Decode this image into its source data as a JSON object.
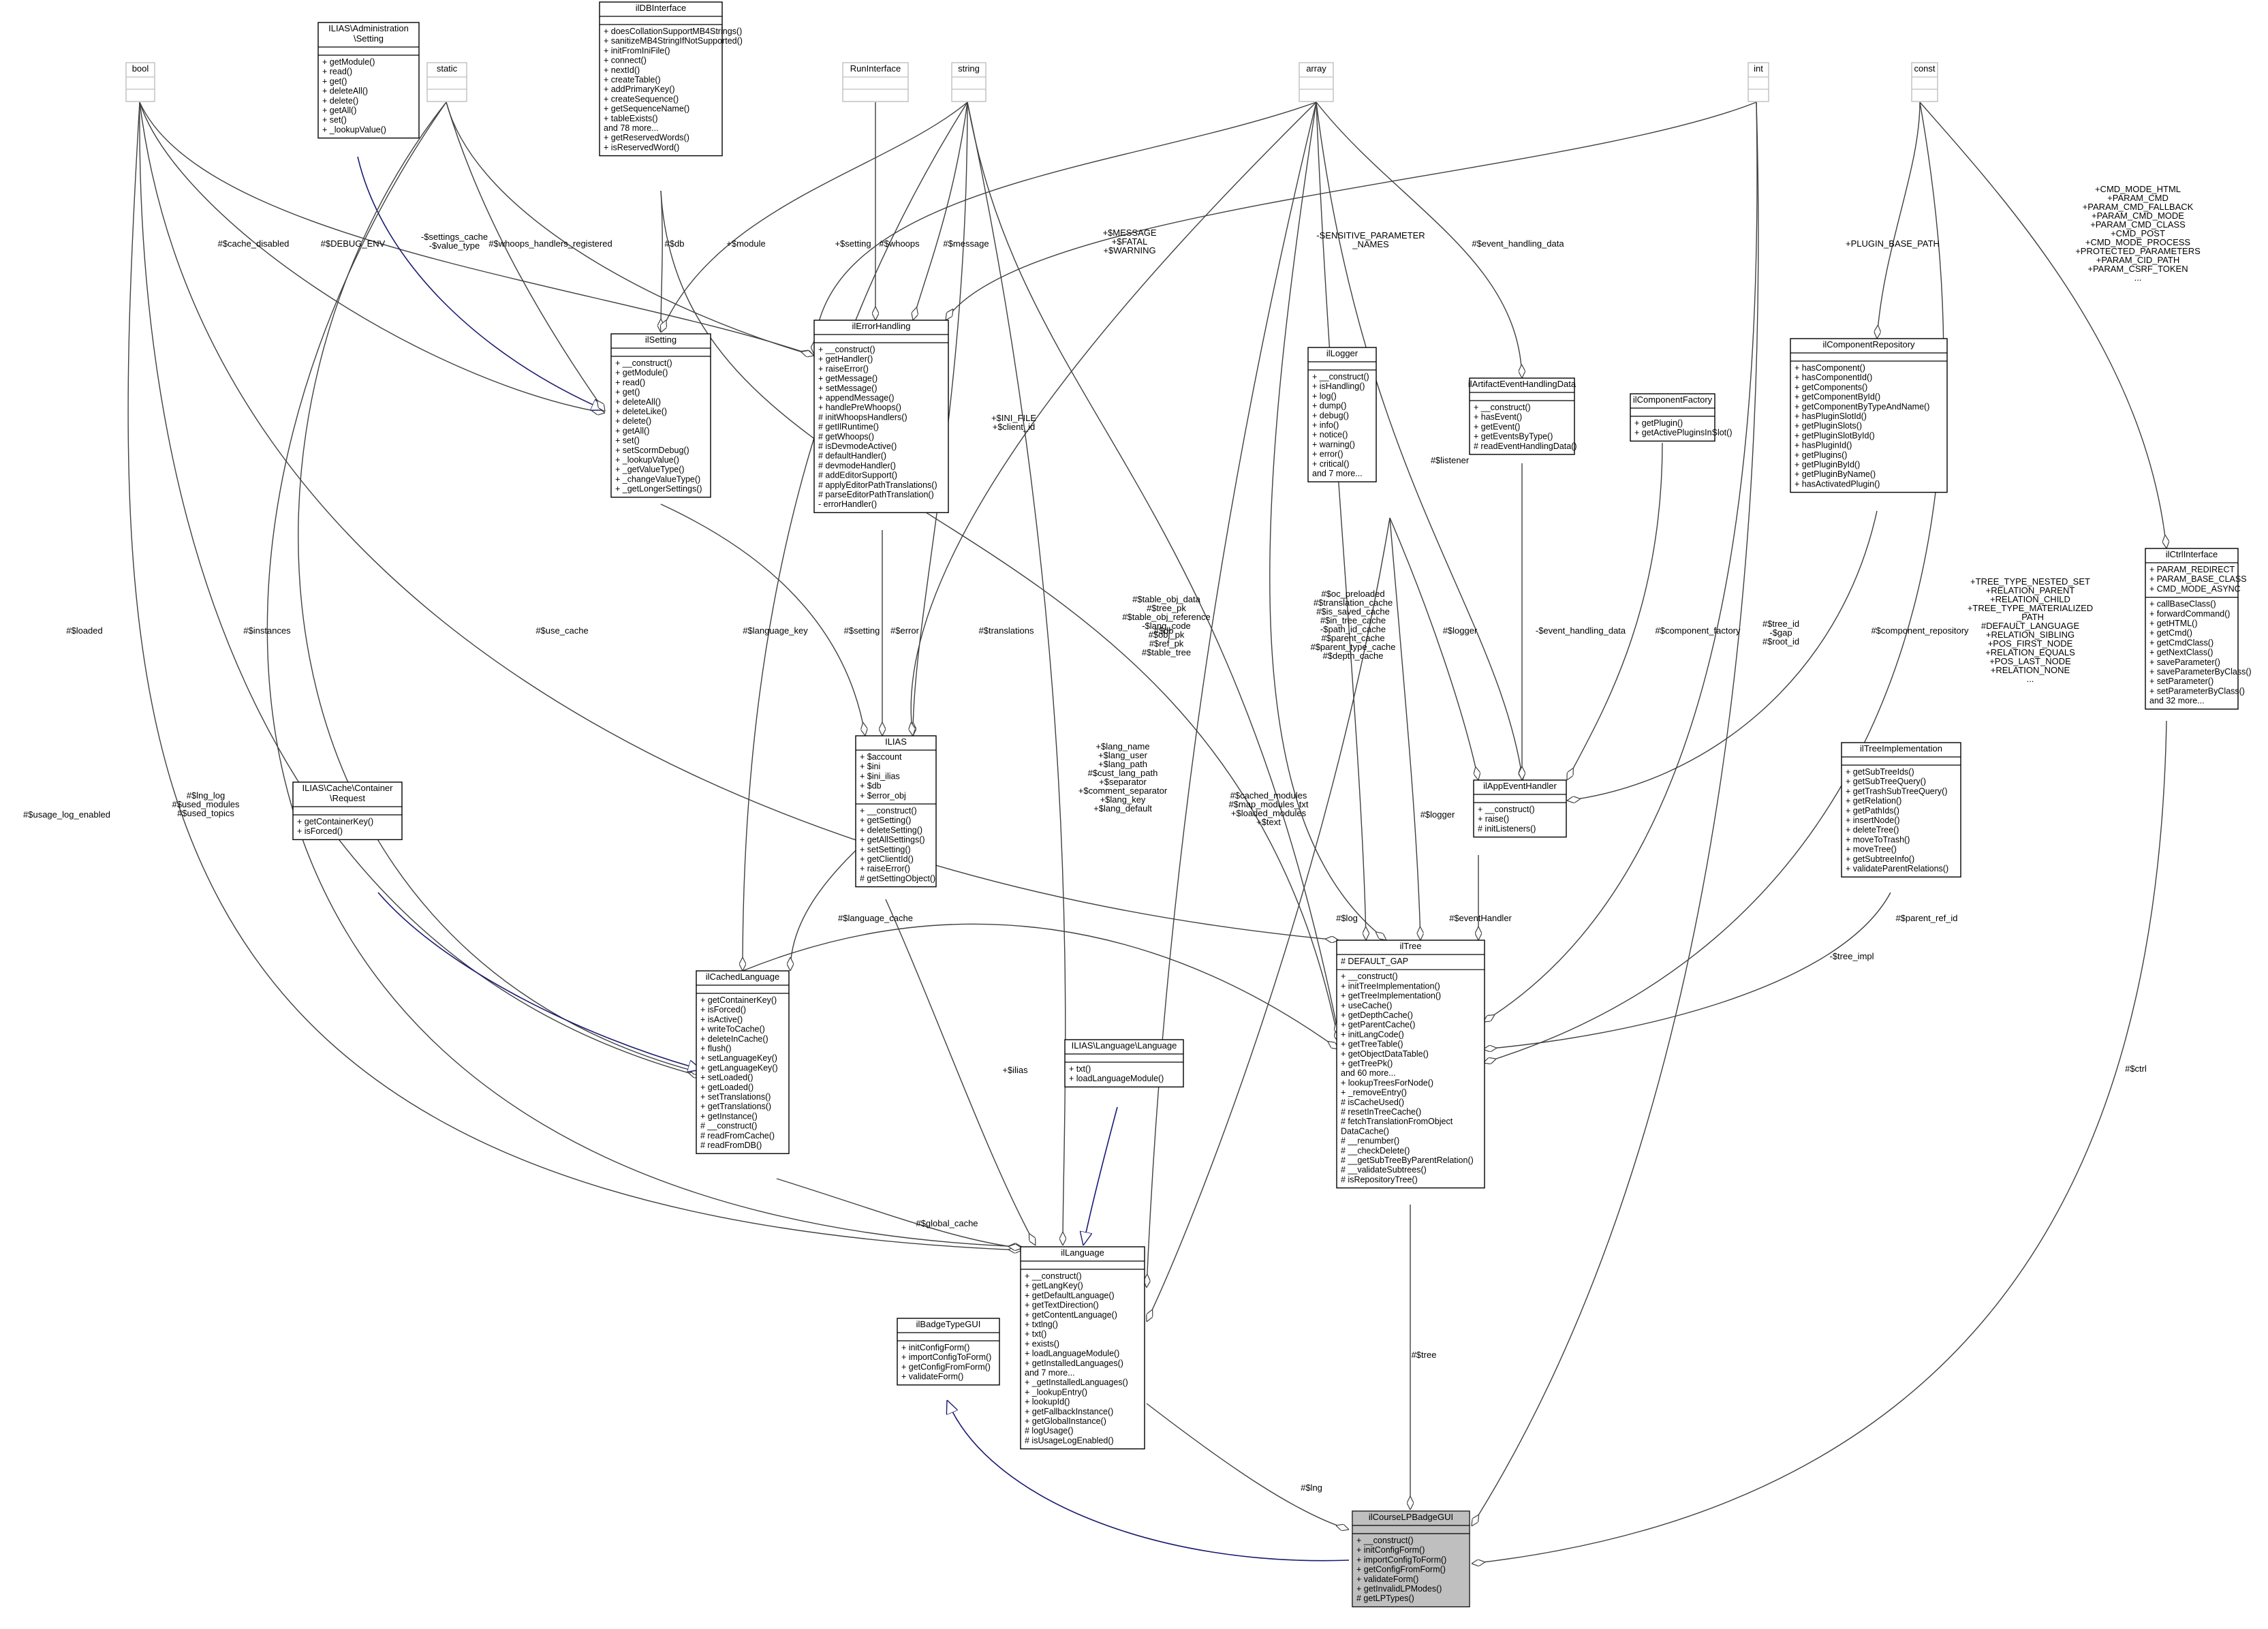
{
  "classes": [
    {
      "id": "bool",
      "title": "bool",
      "members": [],
      "methods": []
    },
    {
      "id": "setting_iface",
      "title": "ILIAS\\Administration\n\\Setting",
      "members": [],
      "methods": [
        "+ getModule()",
        "+ read()",
        "+ get()",
        "+ deleteAll()",
        "+ delete()",
        "+ getAll()",
        "+ set()",
        "+ _lookupValue()"
      ]
    },
    {
      "id": "static",
      "title": "static",
      "members": [],
      "methods": []
    },
    {
      "id": "ildbinterface",
      "title": "ilDBInterface",
      "members": [],
      "methods": [
        "+ doesCollationSupportMB4Strings()",
        "+ sanitizeMB4StringIfNotSupported()",
        "+ initFromIniFile()",
        "+ connect()",
        "+ nextId()",
        "+ createTable()",
        "+ addPrimaryKey()",
        "+ createSequence()",
        "+ getSequenceName()",
        "+ tableExists()",
        "and 78 more...",
        "+ getReservedWords()",
        "+ isReservedWord()"
      ]
    },
    {
      "id": "runinterface",
      "title": "RunInterface",
      "members": [],
      "methods": []
    },
    {
      "id": "string",
      "title": "string",
      "members": [],
      "methods": []
    },
    {
      "id": "array",
      "title": "array",
      "members": [],
      "methods": []
    },
    {
      "id": "int",
      "title": "int",
      "members": [],
      "methods": []
    },
    {
      "id": "const",
      "title": "const",
      "members": [],
      "methods": []
    },
    {
      "id": "ilsetting",
      "title": "ilSetting",
      "members": [],
      "methods": [
        "+ __construct()",
        "+ getModule()",
        "+ read()",
        "+ get()",
        "+ deleteAll()",
        "+ deleteLike()",
        "+ delete()",
        "+ getAll()",
        "+ set()",
        "+ setScormDebug()",
        "+ _lookupValue()",
        "+ _getValueType()",
        "+ _changeValueType()",
        "+ _getLongerSettings()"
      ]
    },
    {
      "id": "ilerrorhandling",
      "title": "ilErrorHandling",
      "members": [],
      "methods": [
        "+ __construct()",
        "+ getHandler()",
        "+ raiseError()",
        "+ getMessage()",
        "+ setMessage()",
        "+ appendMessage()",
        "+ handlePreWhoops()",
        "# initWhoopsHandlers()",
        "# getIlRuntime()",
        "# getWhoops()",
        "# isDevmodeActive()",
        "# defaultHandler()",
        "# devmodeHandler()",
        "# addEditorSupport()",
        "# applyEditorPathTranslations()",
        "# parseEditorPathTranslation()",
        "- errorHandler()"
      ]
    },
    {
      "id": "illogger",
      "title": "ilLogger",
      "members": [],
      "methods": [
        "+ __construct()",
        "+ isHandling()",
        "+ log()",
        "+ dump()",
        "+ debug()",
        "+ info()",
        "+ notice()",
        "+ warning()",
        "+ error()",
        "+ critical()",
        "and 7 more..."
      ]
    },
    {
      "id": "ilartifact",
      "title": "ilArtifactEventHandlingData",
      "members": [],
      "methods": [
        "+ __construct()",
        "+ hasEvent()",
        "+ getEvent()",
        "+ getEventsByType()",
        "# readEventHandlingData()"
      ]
    },
    {
      "id": "ilcompfactory",
      "title": "ilComponentFactory",
      "members": [],
      "methods": [
        "+ getPlugin()",
        "+ getActivePluginsInSlot()"
      ]
    },
    {
      "id": "ilcomprepo",
      "title": "ilComponentRepository",
      "members": [],
      "methods": [
        "+ hasComponent()",
        "+ hasComponentId()",
        "+ getComponents()",
        "+ getComponentById()",
        "+ getComponentByTypeAndName()",
        "+ hasPluginSlotId()",
        "+ getPluginSlots()",
        "+ getPluginSlotById()",
        "+ hasPluginId()",
        "+ getPlugins()",
        "+ getPluginById()",
        "+ getPluginByName()",
        "+ hasActivatedPlugin()"
      ]
    },
    {
      "id": "ilctrlinterface",
      "title": "ilCtrlInterface",
      "members": [
        "+ PARAM_REDIRECT",
        "+ PARAM_BASE_CLASS",
        "+ CMD_MODE_ASYNC"
      ],
      "methods": [
        "+ callBaseClass()",
        "+ forwardCommand()",
        "+ getHTML()",
        "+ getCmd()",
        "+ getCmdClass()",
        "+ getNextClass()",
        "+ saveParameter()",
        "+ saveParameterByClass()",
        "+ setParameter()",
        "+ setParameterByClass()",
        "and 32 more..."
      ]
    },
    {
      "id": "ilias",
      "title": "ILIAS",
      "members": [
        "+ $account",
        "+ $ini",
        "+ $ini_ilias",
        "+ $db",
        "+ $error_obj"
      ],
      "methods": [
        "+ __construct()",
        "+ getSetting()",
        "+ deleteSetting()",
        "+ getAllSettings()",
        "+ setSetting()",
        "+ getClientId()",
        "+ raiseError()",
        "# getSettingObject()"
      ]
    },
    {
      "id": "request",
      "title": "ILIAS\\Cache\\Container\n\\Request",
      "members": [],
      "methods": [
        "+ getContainerKey()",
        "+ isForced()"
      ]
    },
    {
      "id": "ilappevent",
      "title": "ilAppEventHandler",
      "members": [],
      "methods": [
        "+ __construct()",
        "+ raise()",
        "# initListeners()"
      ]
    },
    {
      "id": "iltreeimpl",
      "title": "ilTreeImplementation",
      "members": [],
      "methods": [
        "+ getSubTreeIds()",
        "+ getSubTreeQuery()",
        "+ getTrashSubTreeQuery()",
        "+ getRelation()",
        "+ getPathIds()",
        "+ insertNode()",
        "+ deleteTree()",
        "+ moveToTrash()",
        "+ moveTree()",
        "+ getSubtreeInfo()",
        "+ validateParentRelations()"
      ]
    },
    {
      "id": "ilcachedlang",
      "title": "ilCachedLanguage",
      "members": [],
      "methods": [
        "+ getContainerKey()",
        "+ isForced()",
        "+ isActive()",
        "+ writeToCache()",
        "+ deleteInCache()",
        "+ flush()",
        "+ setLanguageKey()",
        "+ getLanguageKey()",
        "+ setLoaded()",
        "+ getLoaded()",
        "+ setTranslations()",
        "+ getTranslations()",
        "+ getInstance()",
        "# __construct()",
        "# readFromCache()",
        "# readFromDB()"
      ]
    },
    {
      "id": "langiface",
      "title": "ILIAS\\Language\\Language",
      "members": [],
      "methods": [
        "+ txt()",
        "+ loadLanguageModule()"
      ]
    },
    {
      "id": "iltree",
      "title": "ilTree",
      "members": [
        "# DEFAULT_GAP"
      ],
      "methods": [
        "+ __construct()",
        "+ initTreeImplementation()",
        "+ getTreeImplementation()",
        "+ useCache()",
        "+ getDepthCache()",
        "+ getParentCache()",
        "+ initLangCode()",
        "+ getTreeTable()",
        "+ getObjectDataTable()",
        "+ getTreePk()",
        "and 60 more...",
        "+ lookupTreesForNode()",
        "+ _removeEntry()",
        "# isCacheUsed()",
        "# resetInTreeCache()",
        "# fetchTranslationFromObject",
        "DataCache()",
        "# __renumber()",
        "# __checkDelete()",
        "# __getSubTreeByParentRelation()",
        "# __validateSubtrees()",
        "# isRepositoryTree()"
      ]
    },
    {
      "id": "illanguage",
      "title": "ilLanguage",
      "members": [],
      "methods": [
        "+ __construct()",
        "+ getLangKey()",
        "+ getDefaultLanguage()",
        "+ getTextDirection()",
        "+ getContentLanguage()",
        "+ txtlng()",
        "+ txt()",
        "+ exists()",
        "+ loadLanguageModule()",
        "+ getInstalledLanguages()",
        "and 7 more...",
        "+ _getInstalledLanguages()",
        "+ _lookupEntry()",
        "+ lookupId()",
        "+ getFallbackInstance()",
        "+ getGlobalInstance()",
        "# logUsage()",
        "# isUsageLogEnabled()"
      ]
    },
    {
      "id": "ilbadgetype",
      "title": "ilBadgeTypeGUI",
      "members": [],
      "methods": [
        "+ initConfigForm()",
        "+ importConfigToForm()",
        "+ getConfigFromForm()",
        "+ validateForm()"
      ]
    },
    {
      "id": "ilcourselp",
      "title": "ilCourseLPBadgeGUI",
      "members": [],
      "methods": [
        "+ __construct()",
        "+ initConfigForm()",
        "+ importConfigToForm()",
        "+ getConfigFromForm()",
        "+ validateForm()",
        "+ getInvalidLPModes()",
        "# getLPTypes()"
      ]
    }
  ],
  "edge_labels": [
    {
      "id": "l_cache_disabled",
      "text": "#$cache_disabled"
    },
    {
      "id": "l_debug_env",
      "text": "#$DEBUG_ENV"
    },
    {
      "id": "l_settings_cache",
      "text": "-$settings_cache\n-$value_type"
    },
    {
      "id": "l_whoops_reg",
      "text": "#$whoops_handlers_registered"
    },
    {
      "id": "l_db_setting",
      "text": "#$db"
    },
    {
      "id": "l_module",
      "text": "+$module"
    },
    {
      "id": "l_setting",
      "text": "+$setting"
    },
    {
      "id": "l_whoops",
      "text": "#$whoops"
    },
    {
      "id": "l_message",
      "text": "#$message"
    },
    {
      "id": "l_message_fatal",
      "text": "+$MESSAGE\n+$FATAL\n+$WARNING"
    },
    {
      "id": "l_sensitive",
      "text": "-SENSITIVE_PARAMETER\n_NAMES"
    },
    {
      "id": "l_event_handling",
      "text": "#$event_handling_data"
    },
    {
      "id": "l_plugin_base",
      "text": "+PLUGIN_BASE_PATH"
    },
    {
      "id": "l_cmd_mode",
      "text": "+CMD_MODE_HTML\n+PARAM_CMD\n+PARAM_CMD_FALLBACK\n+PARAM_CMD_MODE\n+PARAM_CMD_CLASS\n+CMD_POST\n+CMD_MODE_PROCESS\n+PROTECTED_PARAMETERS\n+PARAM_CID_PATH\n+PARAM_CSRF_TOKEN\n..."
    },
    {
      "id": "l_ini_file",
      "text": "+$INI_FILE\n+$client_id"
    },
    {
      "id": "l_listener",
      "text": "#$listener"
    },
    {
      "id": "l_loaded",
      "text": "#$loaded"
    },
    {
      "id": "l_instances",
      "text": "#$instances"
    },
    {
      "id": "l_use_cache",
      "text": "#$use_cache"
    },
    {
      "id": "l_language_key",
      "text": "#$language_key"
    },
    {
      "id": "l_setting2",
      "text": "#$setting"
    },
    {
      "id": "l_error",
      "text": "#$error"
    },
    {
      "id": "l_translations",
      "text": "#$translations"
    },
    {
      "id": "l_db_tree",
      "text": "#$db"
    },
    {
      "id": "l_table_obj",
      "text": "#$table_obj_data\n#$tree_pk\n#$table_obj_reference\n-$lang_code\n#$obj_pk\n#$ref_pk\n#$table_tree"
    },
    {
      "id": "l_oc_preloaded",
      "text": "#$oc_preloaded\n#$translation_cache\n#$is_saved_cache\n#$in_tree_cache\n-$path_id_cache\n#$parent_cache\n#$parent_type_cache\n#$depth_cache"
    },
    {
      "id": "l_logger_app",
      "text": "#$logger"
    },
    {
      "id": "l_event_handling2",
      "text": "-$event_handling_data"
    },
    {
      "id": "l_comp_factory",
      "text": "#$component_factory"
    },
    {
      "id": "l_comp_repo",
      "text": "#$component_repository"
    },
    {
      "id": "l_tree_id",
      "text": "#$tree_id\n-$gap\n#$root_id"
    },
    {
      "id": "l_tree_type",
      "text": "+TREE_TYPE_NESTED_SET\n+RELATION_PARENT\n+RELATION_CHILD\n+TREE_TYPE_MATERIALIZED\n_PATH\n#DEFAULT_LANGUAGE\n+RELATION_SIBLING\n+POS_FIRST_NODE\n+RELATION_EQUALS\n+POS_LAST_NODE\n+RELATION_NONE\n..."
    },
    {
      "id": "l_usage_log",
      "text": "#$usage_log_enabled"
    },
    {
      "id": "l_lng_log",
      "text": "#$lng_log\n#$used_modules\n#$used_topics"
    },
    {
      "id": "l_lang_name",
      "text": "+$lang_name\n+$lang_user\n+$lang_path\n#$cust_lang_path\n+$separator\n+$comment_separator\n+$lang_key\n+$lang_default"
    },
    {
      "id": "l_cached_modules",
      "text": "#$cached_modules\n#$map_modules_txt\n+$loaded_modules\n+$text"
    },
    {
      "id": "l_logger_tree",
      "text": "#$logger"
    },
    {
      "id": "l_language_cache",
      "text": "#$language_cache"
    },
    {
      "id": "l_log",
      "text": "#$log"
    },
    {
      "id": "l_event_handler",
      "text": "#$eventHandler"
    },
    {
      "id": "l_tree_impl",
      "text": "-$tree_impl"
    },
    {
      "id": "l_parent_ref",
      "text": "#$parent_ref_id"
    },
    {
      "id": "l_ctrl",
      "text": "#$ctrl"
    },
    {
      "id": "l_ilias",
      "text": "+$ilias"
    },
    {
      "id": "l_global_cache",
      "text": "#$global_cache"
    },
    {
      "id": "l_tree",
      "text": "#$tree"
    },
    {
      "id": "l_lng",
      "text": "#$lng"
    }
  ]
}
